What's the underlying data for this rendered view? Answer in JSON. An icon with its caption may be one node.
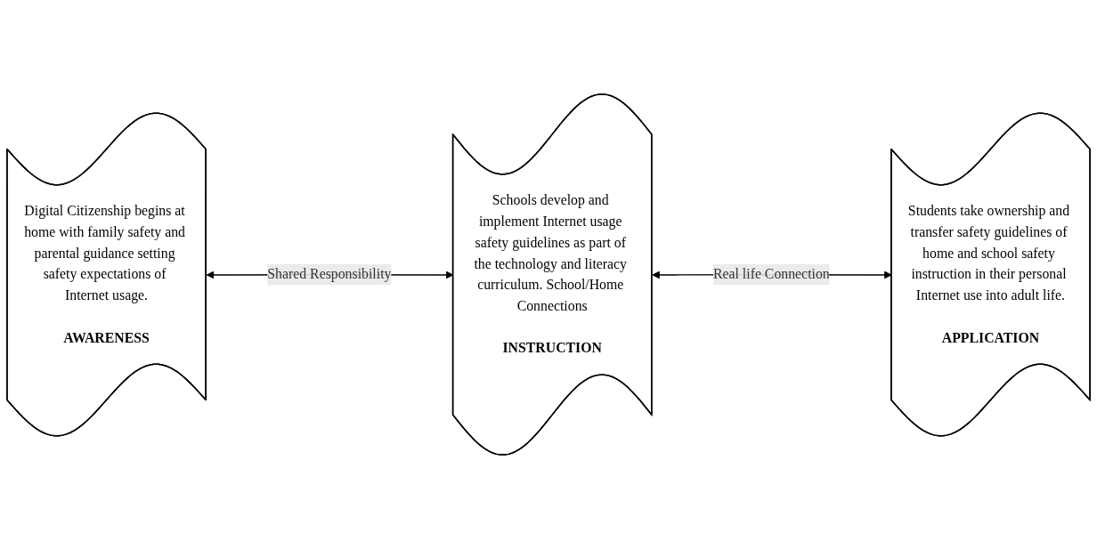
{
  "diagram": {
    "nodes": [
      {
        "text": [
          "Digital Citizenship begins at home with family safety and parental guidance setting safety expectations of Internet usage.",
          "AWARENESS"
        ]
      },
      {
        "text": [
          "Schools develop and implement Internet usage safety guidelines as part of the technology and literacy curriculum. School/Home Connections",
          "INSTRUCTION"
        ]
      },
      {
        "text": [
          "Students take ownership and transfer safety guidelines of home and school safety instruction in their personal Internet use into adult life.",
          "APPLICATION"
        ]
      }
    ],
    "edges": [
      {
        "from": 0,
        "to": 1,
        "arrow": "both",
        "label": "Shared Responsibility"
      },
      {
        "from": 1,
        "to": 2,
        "arrow": "both",
        "label": "Real life Connection"
      }
    ]
  }
}
